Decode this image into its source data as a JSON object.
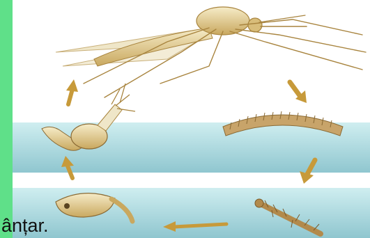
{
  "caption": {
    "text": "ânțar."
  },
  "diagram": {
    "stages": [
      {
        "name": "adult-mosquito"
      },
      {
        "name": "egg-raft"
      },
      {
        "name": "larva"
      },
      {
        "name": "pupa"
      },
      {
        "name": "emerging-adult"
      }
    ],
    "arrow_color": "#c79a3a",
    "water_color": "#bfe3e6",
    "insect_color": "#e9d9a6",
    "accent_green": "#5fe089"
  }
}
